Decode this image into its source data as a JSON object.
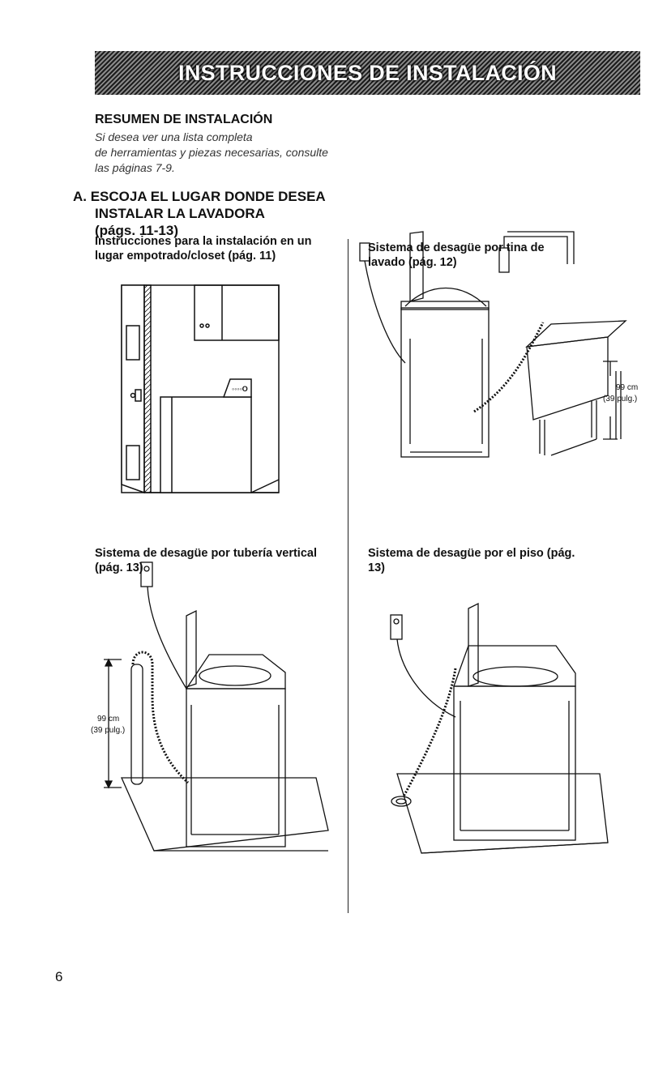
{
  "banner": {
    "title": "INSTRUCCIONES DE INSTALACIÓN"
  },
  "summary": {
    "title": "RESUMEN DE INSTALACIÓN",
    "lines": [
      "Si desea ver una lista completa",
      "de herramientas y piezas necesarias, consulte",
      "las páginas 7-9."
    ]
  },
  "section_a": {
    "title_lines": [
      "A. ESCOJA EL LUGAR DONDE DESEA",
      "INSTALAR LA LAVADORA",
      "(págs. 11-13)"
    ]
  },
  "captions": {
    "closet": [
      "Instrucciones para la instalación en un",
      "lugar empotrado/closet (pág. 11)"
    ],
    "laundry_tub": [
      "Sistema de desagüe por tina de",
      "lavado (pág. 12)"
    ],
    "standpipe": [
      "Sistema de desagüe por tubería vertical",
      "(pág. 13)"
    ],
    "floor": [
      "Sistema de desagüe por el piso (pág.",
      "13)"
    ]
  },
  "dimensions": {
    "cm": "99 cm",
    "in": "(39 pulg.)"
  },
  "page_number": "6"
}
